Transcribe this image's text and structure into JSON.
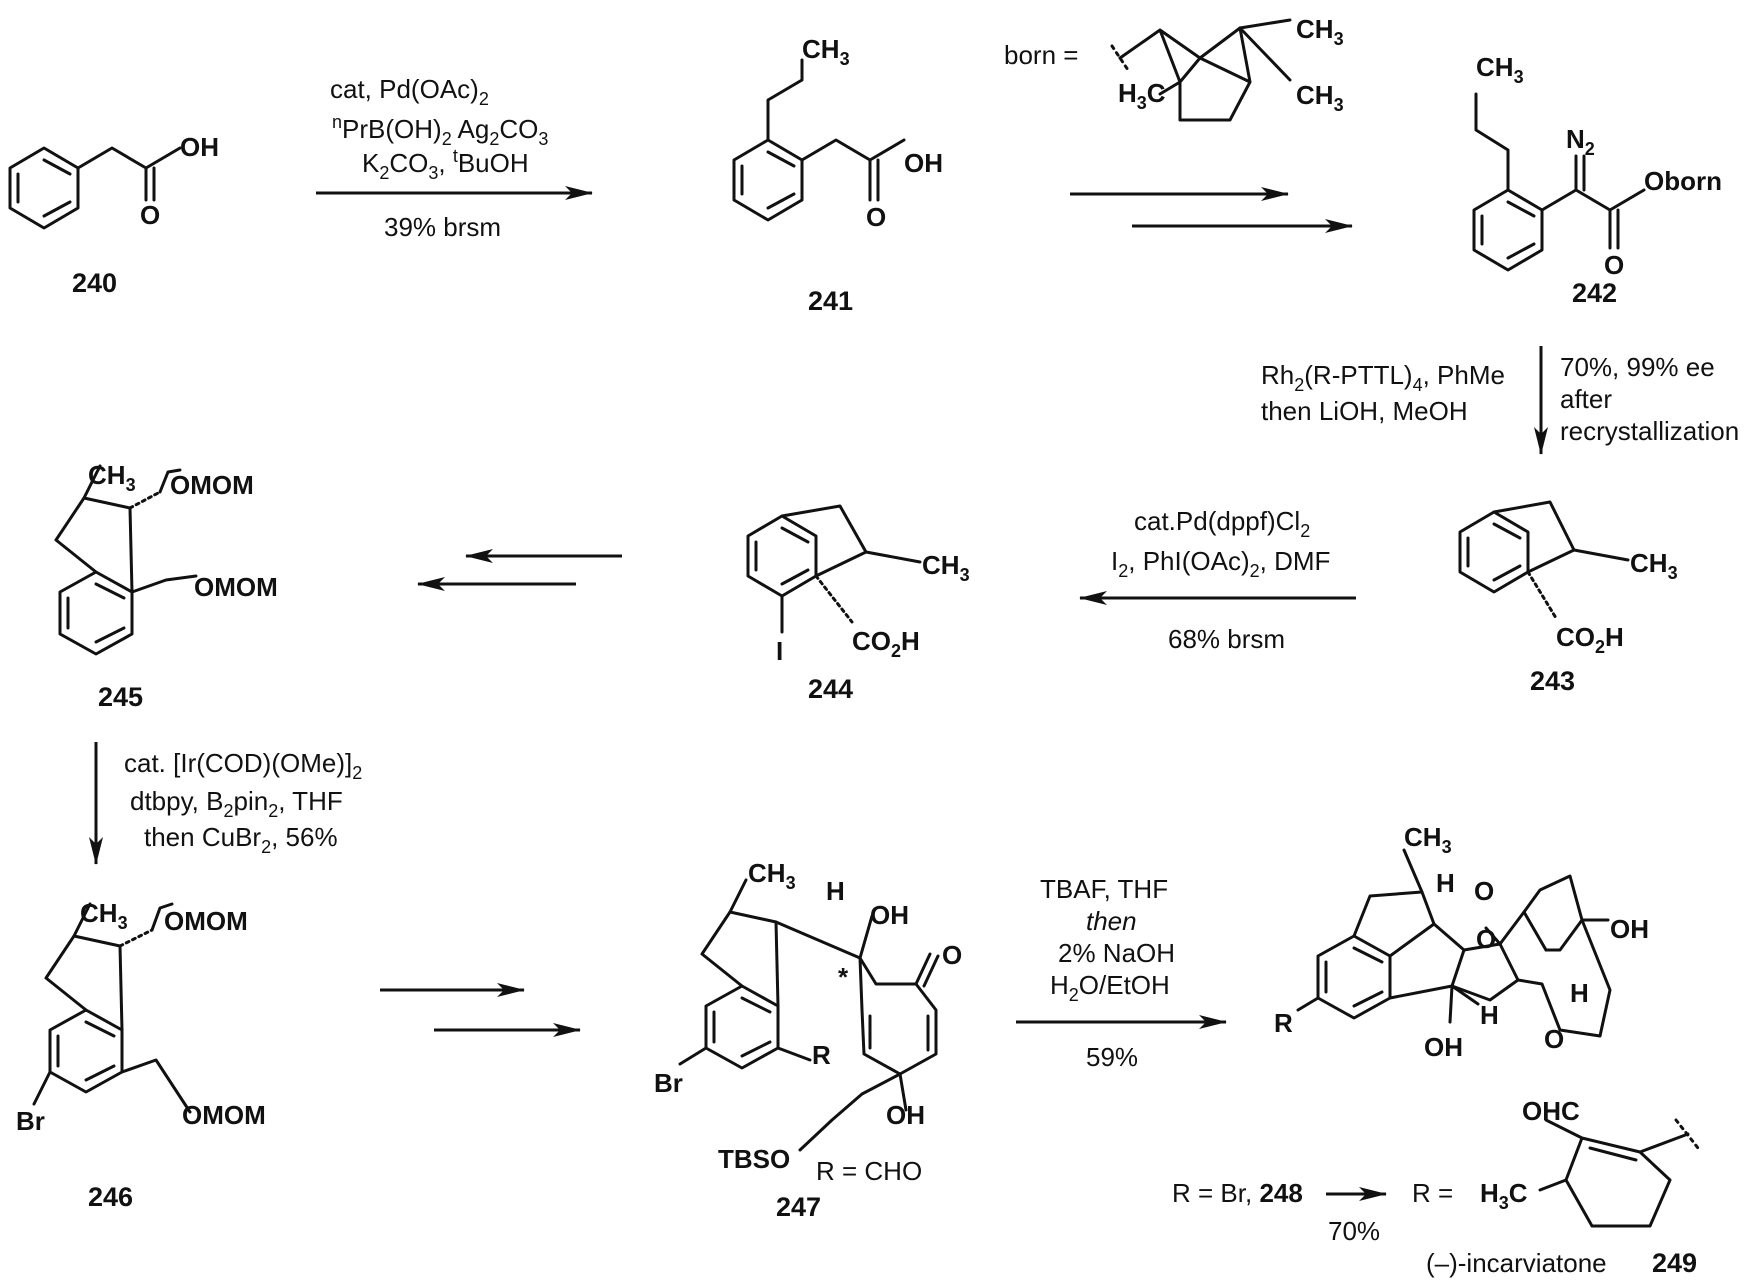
{
  "compounds": {
    "c240": "240",
    "c241": "241",
    "c242": "242",
    "c243": "243",
    "c244": "244",
    "c245": "245",
    "c246": "246",
    "c247": "247",
    "c248": "248",
    "c249": "249"
  },
  "groups": {
    "oh": "OH",
    "o": "O",
    "ch3": "CH",
    "three": "3",
    "h3c": "H",
    "n2": "N",
    "two": "2",
    "oborn": "Oborn",
    "co2h_a": "CO",
    "co2h_b": "H",
    "i": "I",
    "omom": "OMOM",
    "br": "Br",
    "h": "H",
    "r": "R",
    "tbso": "TBSO",
    "ohc": "OHC",
    "star": "*"
  },
  "definitions": {
    "born": "born =",
    "r_cho": "R = CHO",
    "r_br": "R = Br,",
    "r_eq": "R =",
    "incarviatone": "(–)-incarviatone"
  },
  "conditions": {
    "step1": {
      "line1": "cat, Pd(OAc)",
      "line2_sup": "n",
      "line2": "PrB(OH)",
      "line2b": "Ag",
      "line2c": "CO",
      "line3": "K",
      "line3b": "CO",
      "line3c": ", ",
      "line3_sup": "t",
      "line3d": "BuOH",
      "yield": "39% brsm"
    },
    "step3": {
      "line1": "Rh",
      "line1b": "(R-PTTL)",
      "line1c": ", PhMe",
      "line2": "then LiOH, MeOH",
      "yield1": "70%, 99% ee",
      "yield2": "after",
      "yield3": "recrystallization"
    },
    "step4": {
      "line1": "cat.Pd(dppf)Cl",
      "line2": "I",
      "line2b": ", PhI(OAc)",
      "line2c": ", DMF",
      "yield": "68% brsm"
    },
    "step6": {
      "line1": "cat. [Ir(COD)(OMe)]",
      "line2": "dtbpy, B",
      "line2b": "pin",
      "line2c": ", THF",
      "line3": "then CuBr",
      "line3b": ", 56%"
    },
    "step8": {
      "line1": "TBAF, THF",
      "line2": "then",
      "line3": "2% NaOH",
      "line4": "H",
      "line4b": "O/EtOH",
      "yield": "59%"
    },
    "step9": {
      "yield": "70%"
    },
    "subs": {
      "s2": "2",
      "s3": "3",
      "s4": "4"
    }
  }
}
